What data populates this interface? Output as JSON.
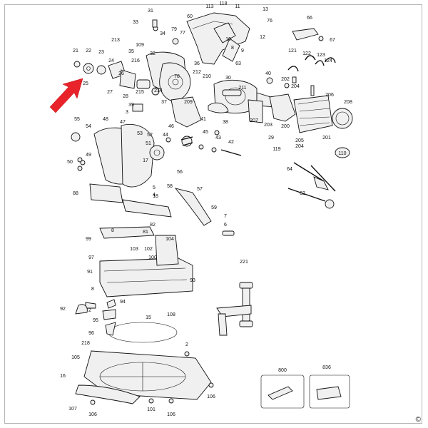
{
  "diagram": {
    "copyright_symbol": "©",
    "callouts": [
      "31",
      "33",
      "34",
      "77",
      "79",
      "60",
      "113",
      "118",
      "11",
      "13",
      "76",
      "66",
      "67",
      "10",
      "12",
      "8",
      "9",
      "63",
      "213",
      "109",
      "35",
      "32",
      "21",
      "22",
      "23",
      "24",
      "216",
      "25",
      "26",
      "27",
      "28",
      "215",
      "214",
      "36",
      "78",
      "210",
      "30",
      "209",
      "211",
      "212",
      "29",
      "40",
      "202",
      "204",
      "200",
      "203",
      "205",
      "206",
      "207",
      "208",
      "201",
      "119",
      "204",
      "110",
      "121",
      "122",
      "123",
      "124",
      "64",
      "62",
      "38",
      "37",
      "39",
      "3",
      "46",
      "41",
      "45",
      "43",
      "42",
      "44",
      "55",
      "54",
      "48",
      "47",
      "53",
      "52",
      "51",
      "49",
      "50",
      "17",
      "56",
      "5",
      "4",
      "58",
      "18",
      "57",
      "88",
      "59",
      "7",
      "6",
      "104",
      "82",
      "81",
      "8",
      "99",
      "102",
      "103",
      "100",
      "97",
      "91",
      "93",
      "8",
      "94",
      "92",
      "2",
      "15",
      "95",
      "96",
      "221",
      "108",
      "218",
      "2",
      "105",
      "16",
      "800",
      "836",
      "107",
      "106",
      "101",
      "106",
      "106"
    ],
    "arrow_color": "#e8232a"
  }
}
